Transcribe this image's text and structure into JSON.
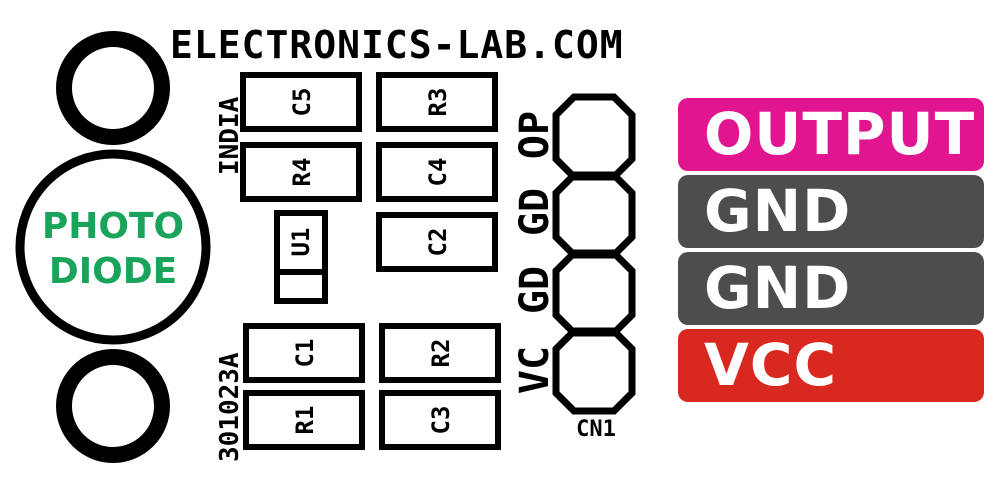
{
  "board": {
    "title": "ELECTRONICS-LAB.COM",
    "side_text_top": "INDIA",
    "side_text_bottom": "301023A",
    "sensor_label_line1": "PHOTO",
    "sensor_label_line2": "DIODE",
    "sensor_label_color": "#1aa35a",
    "components": {
      "c5": "C5",
      "r3": "R3",
      "r4": "R4",
      "c4": "C4",
      "u1": "U1",
      "c2": "C2",
      "c1": "C1",
      "r2": "R2",
      "r1": "R1",
      "c3": "C3"
    },
    "connector": {
      "name": "CN1",
      "pins": [
        "OP",
        "GD",
        "GD",
        "VC"
      ]
    }
  },
  "pin_labels": [
    {
      "label": "OUTPUT",
      "color": "#e0158f"
    },
    {
      "label": "GND",
      "color": "#4d4d4d"
    },
    {
      "label": "GND",
      "color": "#4d4d4d"
    },
    {
      "label": "VCC",
      "color": "#d9281f"
    }
  ]
}
